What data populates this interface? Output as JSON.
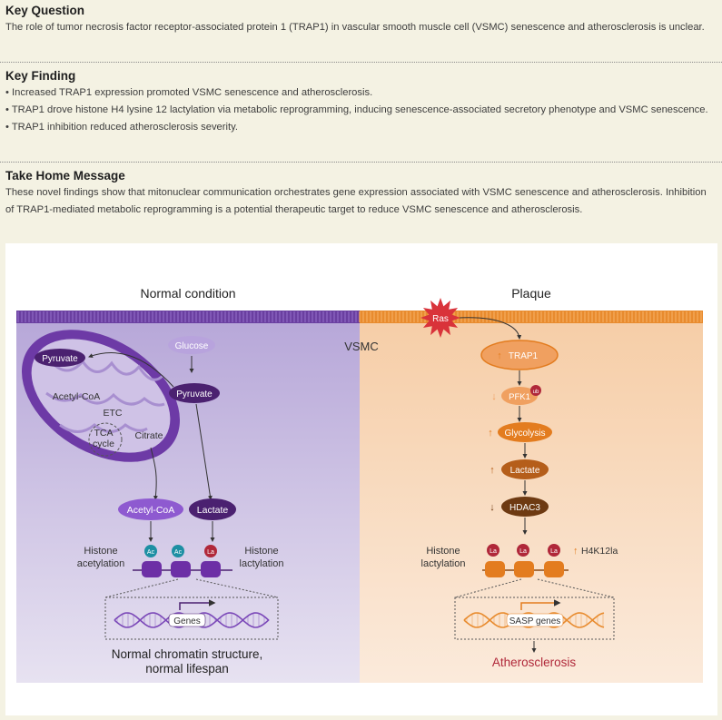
{
  "key_question": {
    "title": "Key Question",
    "text": "The role of tumor necrosis factor receptor-associated protein 1 (TRAP1) in vascular smooth muscle cell (VSMC) senescence and atherosclerosis is unclear."
  },
  "key_finding": {
    "title": "Key Finding",
    "bullets": [
      "• Increased TRAP1 expression promoted VSMC senescence and atherosclerosis.",
      "• TRAP1 drove histone H4 lysine 12 lactylation via metabolic reprogramming, inducing senescence-associated secretory phenotype and VSMC senescence.",
      "• TRAP1 inhibition reduced atherosclerosis severity."
    ]
  },
  "take_home": {
    "title": "Take Home Message",
    "text": "These novel findings show that mitonuclear communication orchestrates gene expression associated with VSMC senescence and atherosclerosis. Inhibition of TRAP1-mediated metabolic reprogramming is a potential therapeutic target to reduce VSMC senescence and atherosclerosis."
  },
  "figure": {
    "left": {
      "title": "Normal condition",
      "pyruvate_mito": "Pyruvate",
      "acetyl_coa_mito": "Acetyl-CoA",
      "etc": "ETC",
      "tca1": "TCA",
      "tca2": "cycle",
      "citrate": "Citrate",
      "glucose": "Glucose",
      "pyruvate": "Pyruvate",
      "acetyl_coa": "Acetyl-CoA",
      "lactate": "Lactate",
      "ac1": "Ac",
      "ac2": "Ac",
      "la": "La",
      "histone_acetylation_1": "Histone",
      "histone_acetylation_2": "acetylation",
      "histone_lactylation_1": "Histone",
      "histone_lactylation_2": "lactylation",
      "genes": "Genes",
      "caption_1": "Normal chromatin structure,",
      "caption_2": "normal lifespan"
    },
    "center_label": "VSMC",
    "right": {
      "title": "Plaque",
      "ras": "Ras",
      "trap1": "TRAP1",
      "pfk1": "PFK1",
      "ub": "ub",
      "glycolysis": "Glycolysis",
      "lactate": "Lactate",
      "hdac3": "HDAC3",
      "la1": "La",
      "la2": "La",
      "la3": "La",
      "h4k12la": "H4K12la",
      "histone_lactylation_1": "Histone",
      "histone_lactylation_2": "lactylation",
      "sasp_genes": "SASP genes",
      "outcome": "Atherosclerosis"
    },
    "colors": {
      "left_bg": "#c9bde2",
      "right_bg": "#f7d9bd",
      "membrane_left": "#6a3fa0",
      "membrane_right": "#e88b2e",
      "purple_dark": "#4b2170",
      "purple_mid": "#7b48b8",
      "orange_mid": "#e37c1f",
      "orange_dark": "#8b4a14",
      "red_text": "#b0283a"
    }
  }
}
